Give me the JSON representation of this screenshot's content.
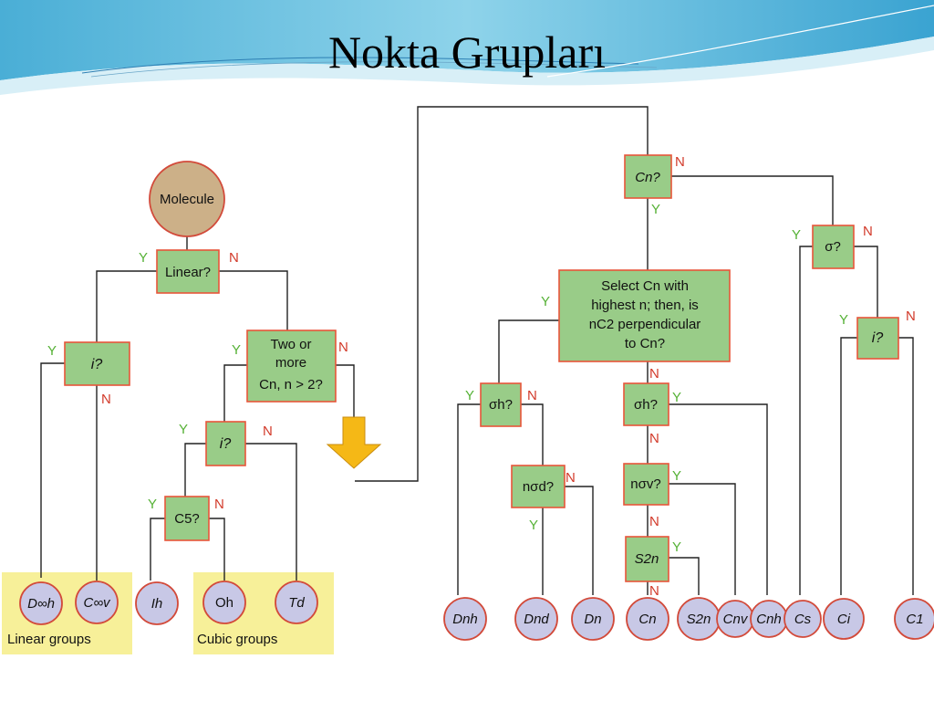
{
  "title": "Nokta Grupları",
  "diagram": {
    "start": "Molecule",
    "questions": {
      "linear": "Linear?",
      "i_left": "i?",
      "two_or_more": [
        "Two or",
        "more",
        "Cn, n > 2?"
      ],
      "i_mid": "i?",
      "c5": "C5?",
      "cn": "Cn?",
      "select": [
        "Select Cn with",
        "highest n; then, is",
        "nC2 perpendicular",
        "to Cn?"
      ],
      "sigma_h_left": "σh?",
      "n_sigma_d": "nσd?",
      "sigma_h_mid": "σh?",
      "n_sigma_v": "nσv?",
      "s2n": "S2n",
      "sigma": "σ?",
      "i_right": "i?"
    },
    "answers": {
      "yes": "Y",
      "no": "N"
    },
    "groups": {
      "linear_label": "Linear groups",
      "cubic_label": "Cubic groups",
      "d_inf_h": "D∞h",
      "c_inf_v": "C∞v",
      "i_h": "Ih",
      "o_h": "Oh",
      "t_d": "Td",
      "d_nh": "Dnh",
      "d_nd": "Dnd",
      "d_n": "Dn",
      "c_n": "Cn",
      "s_2n": "S2n",
      "c_nv": "Cnv",
      "c_nh": "Cnh",
      "c_s": "Cs",
      "c_i": "Ci",
      "c_1": "C1"
    },
    "colors": {
      "question_fill": "#99cc88",
      "border_red": "#e8553a",
      "leaf_fill": "#c8c8e6",
      "molecule_fill": "#ccb088",
      "group_highlight": "#f7f099",
      "yes_green": "#55b135",
      "no_red": "#d23a2a",
      "arrow_orange": "#f5b816"
    }
  }
}
